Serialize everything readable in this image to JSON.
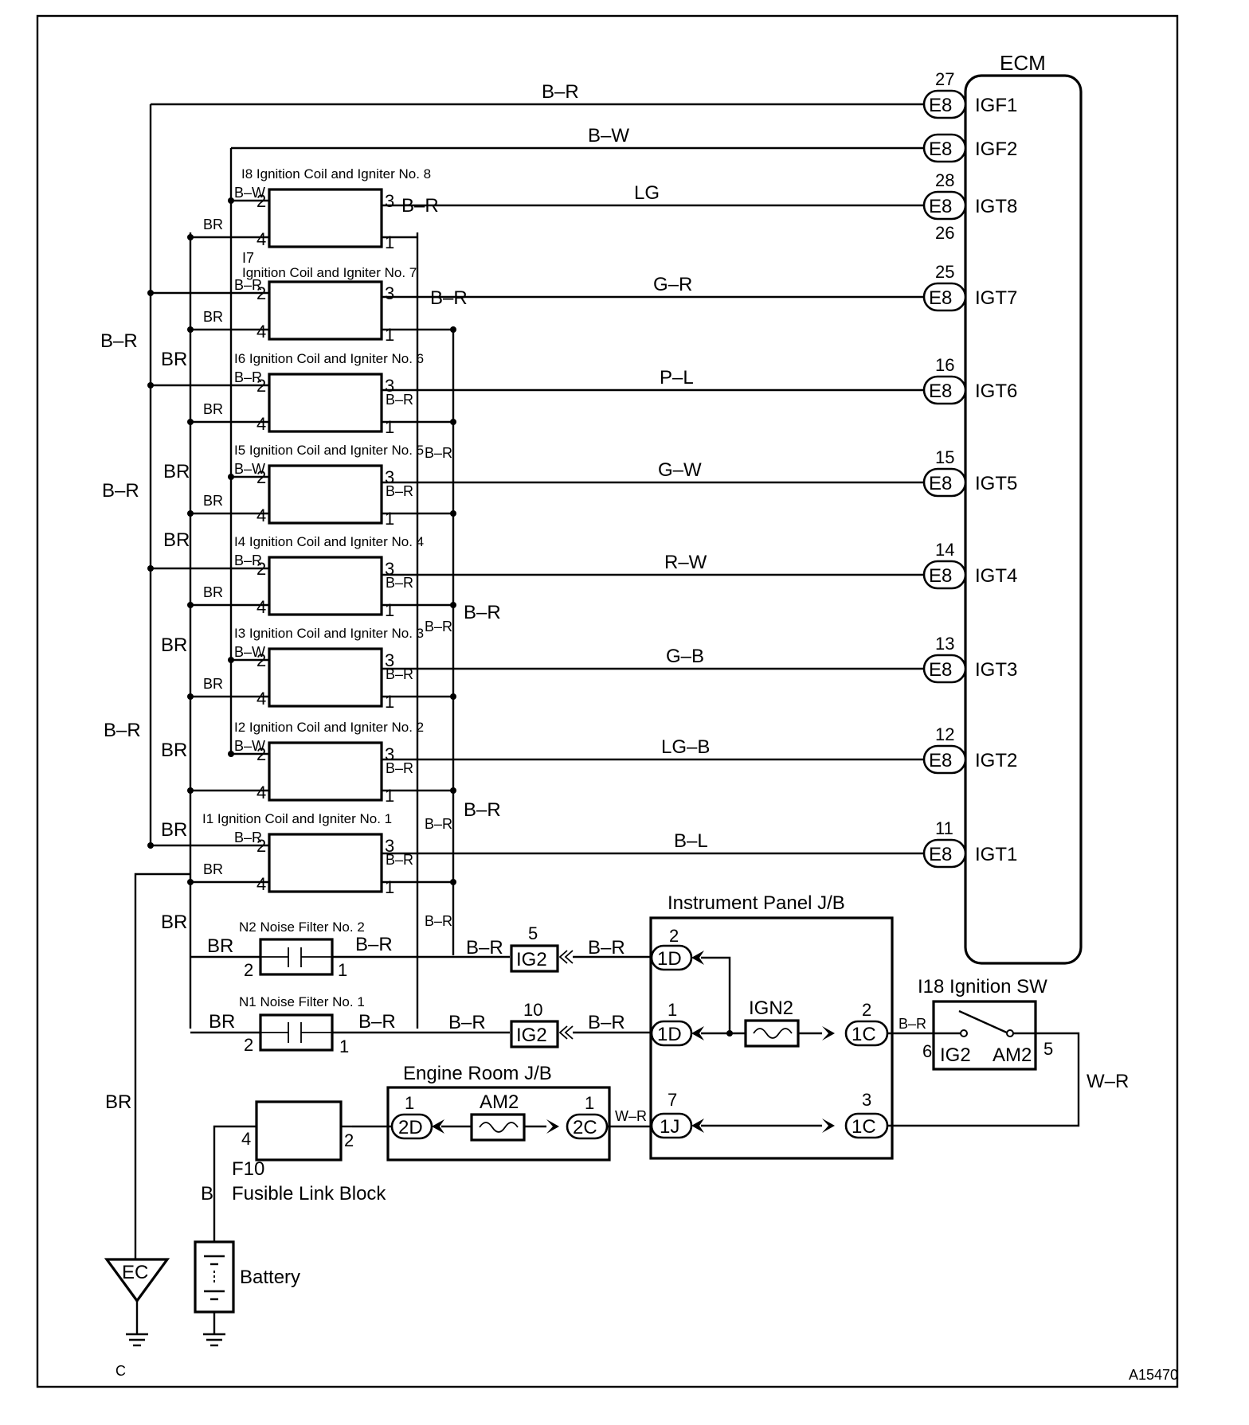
{
  "ecm": {
    "title": "ECM",
    "terminals": [
      {
        "name": "IGF1",
        "conn": "E8",
        "pin": "27",
        "wire": "B–R"
      },
      {
        "name": "IGF2",
        "conn": "E8",
        "pin": "",
        "wire": "B–W"
      },
      {
        "name": "IGT8",
        "conn": "E8",
        "pin": "28",
        "pin_below": "26",
        "wire": "LG"
      },
      {
        "name": "IGT7",
        "conn": "E8",
        "pin": "25",
        "wire": "G–R"
      },
      {
        "name": "IGT6",
        "conn": "E8",
        "pin": "16",
        "wire": "P–L"
      },
      {
        "name": "IGT5",
        "conn": "E8",
        "pin": "15",
        "wire": "G–W"
      },
      {
        "name": "IGT4",
        "conn": "E8",
        "pin": "14",
        "wire": "R–W"
      },
      {
        "name": "IGT3",
        "conn": "E8",
        "pin": "13",
        "wire": "G–B"
      },
      {
        "name": "IGT2",
        "conn": "E8",
        "pin": "12",
        "wire": "LG–B"
      },
      {
        "name": "IGT1",
        "conn": "E8",
        "pin": "11",
        "wire": "B–L"
      }
    ]
  },
  "coils": [
    {
      "title": "I8 Ignition Coil and Igniter No. 8",
      "pin2": "2",
      "pin3": "3",
      "pin4": "4",
      "pin1": "1",
      "w2": "B–W",
      "w4": "BR",
      "w3r": "B–R"
    },
    {
      "title_a": "I7",
      "title_b": "Ignition Coil and Igniter No. 7",
      "pin2": "2",
      "pin3": "3",
      "pin4": "4",
      "pin1": "1",
      "w2": "B–R",
      "w4": "BR",
      "w3r": "B–R"
    },
    {
      "title": "I6 Ignition Coil and Igniter No. 6",
      "pin2": "2",
      "pin3": "3",
      "pin4": "4",
      "pin1": "1",
      "w2": "B–R",
      "w4": "BR",
      "w1r": "B–R"
    },
    {
      "title": "I5 Ignition Coil and Igniter No. 5",
      "pin2": "2",
      "pin3": "3",
      "pin4": "4",
      "pin1": "1",
      "w2": "B–W",
      "w4": "BR",
      "w1r": "B–R"
    },
    {
      "title": "I4 Ignition Coil and Igniter No. 4",
      "pin2": "2",
      "pin3": "3",
      "pin4": "4",
      "pin1": "1",
      "w2": "B–R",
      "w4": "BR",
      "w1r": "B–R"
    },
    {
      "title": "I3 Ignition Coil and Igniter No. 3",
      "pin2": "2",
      "pin3": "3",
      "pin4": "4",
      "pin1": "1",
      "w2": "B–W",
      "w4": "BR",
      "w1r": "B–R"
    },
    {
      "title": "I2 Ignition Coil and Igniter No. 2",
      "pin2": "2",
      "pin3": "3",
      "pin4": "4",
      "pin1": "1",
      "w2": "B–W",
      "w4": "",
      "w1r": "B–R"
    },
    {
      "title": "I1 Ignition Coil and Igniter No. 1",
      "pin2": "2",
      "pin3": "3",
      "pin4": "4",
      "pin1": "1",
      "w2": "B–R",
      "w4": "BR",
      "w1r": "B–R"
    }
  ],
  "side_labels": {
    "br_outer": [
      "B–R",
      "B–R",
      "B–R"
    ],
    "br_mid": [
      "BR",
      "BR",
      "BR",
      "BR",
      "BR",
      "BR",
      "BR"
    ],
    "br_inner": [
      "BR",
      "BR",
      "BR",
      "BR",
      "BR"
    ],
    "bus_right": [
      "B–R",
      "B–R",
      "B–R",
      "B–R",
      "B–R"
    ],
    "bus_right_big": [
      "B–R",
      "B–R",
      "B–R"
    ]
  },
  "noise_filters": [
    {
      "title": "N2 Noise Filter No. 2",
      "pin_l": "2",
      "pin_r": "1",
      "w_l": "BR",
      "w_r": "B–R"
    },
    {
      "title": "N1 Noise Filter No. 1",
      "pin_l": "2",
      "pin_r": "1",
      "w_l": "BR",
      "w_r": "B–R"
    }
  ],
  "ig2_connectors": [
    {
      "label": "IG2",
      "pin": "5",
      "w_l": "B–R",
      "w_r": "B–R"
    },
    {
      "label": "IG2",
      "pin": "10",
      "w_l": "B–R",
      "w_r": "B–R"
    }
  ],
  "instrument_jb": {
    "title": "Instrument Panel J/B",
    "c1": {
      "label": "1D",
      "pin": "2"
    },
    "c2": {
      "label": "1D",
      "pin": "1"
    },
    "c3": {
      "label": "1J",
      "pin": "7"
    },
    "c4": {
      "label": "1C",
      "pin": "2"
    },
    "c5": {
      "label": "1C",
      "pin": "3"
    },
    "fuse": "IGN2"
  },
  "ignition_sw": {
    "title": "I18 Ignition SW",
    "ig2": "IG2",
    "am2": "AM2",
    "pin_l": "6",
    "pin_r": "5",
    "w_l": "B–R",
    "w_r": "W–R"
  },
  "engine_jb": {
    "title": "Engine Room J/B",
    "c1": {
      "label": "2D",
      "pin": "1"
    },
    "c2": {
      "label": "2C",
      "pin": "1"
    },
    "fuse": "AM2",
    "w_out": "W–R"
  },
  "fusible": {
    "id": "F10",
    "name": "Fusible Link Block",
    "pin_l": "4",
    "pin_r": "2",
    "w": "B"
  },
  "battery": {
    "label": "Battery"
  },
  "ground": {
    "label": "EC",
    "letter": "C",
    "w": "BR"
  },
  "figure_id": "A15470",
  "colors": {
    "line": "#000000",
    "bg": "#ffffff"
  }
}
